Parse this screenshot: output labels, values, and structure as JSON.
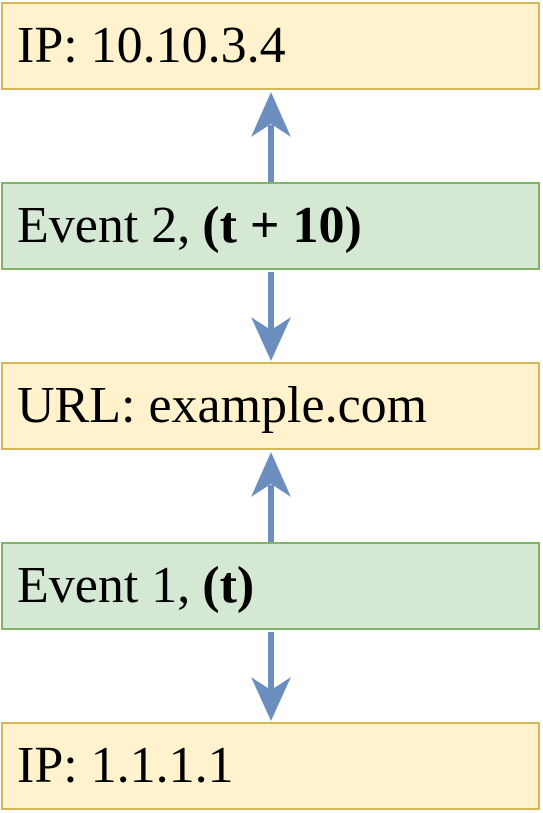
{
  "nodes": {
    "ip_top": {
      "label": "IP: 10.10.3.4",
      "kind": "entity"
    },
    "event2": {
      "label": "Event 2,",
      "time": "(t + 10)",
      "kind": "event"
    },
    "url": {
      "label": "URL: example.com",
      "kind": "entity"
    },
    "event1": {
      "label": "Event 1,",
      "time": "(t)",
      "kind": "event"
    },
    "ip_bottom": {
      "label": "IP: 1.1.1.1",
      "kind": "entity"
    }
  },
  "edges": [
    {
      "from": "event2",
      "to": "ip_top",
      "direction": "up"
    },
    {
      "from": "event2",
      "to": "url",
      "direction": "down"
    },
    {
      "from": "event1",
      "to": "url",
      "direction": "up"
    },
    {
      "from": "event1",
      "to": "ip_bottom",
      "direction": "down"
    }
  ],
  "colors": {
    "entity_fill": "#fff2cc",
    "entity_stroke": "#d6b656",
    "event_fill": "#d5e8d4",
    "event_stroke": "#82b366",
    "arrow": "#6c8ebf"
  }
}
